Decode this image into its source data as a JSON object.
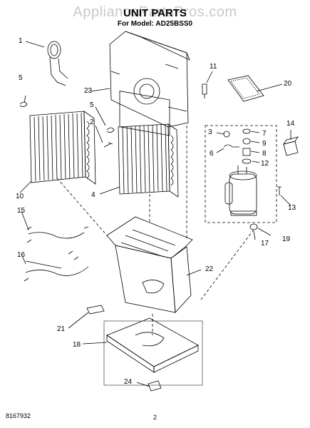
{
  "watermark": "AppliancePartsPros.com",
  "title": "UNIT PARTS",
  "subtitle": "For Model: AD25BSS0",
  "footer": {
    "doc_number": "8167932",
    "page_number": "2"
  },
  "callouts": [
    "1",
    "2",
    "3",
    "4",
    "5",
    "5",
    "6",
    "7",
    "8",
    "9",
    "10",
    "11",
    "12",
    "13",
    "14",
    "15",
    "16",
    "17",
    "18",
    "19",
    "20",
    "21",
    "22",
    "23",
    "24"
  ]
}
